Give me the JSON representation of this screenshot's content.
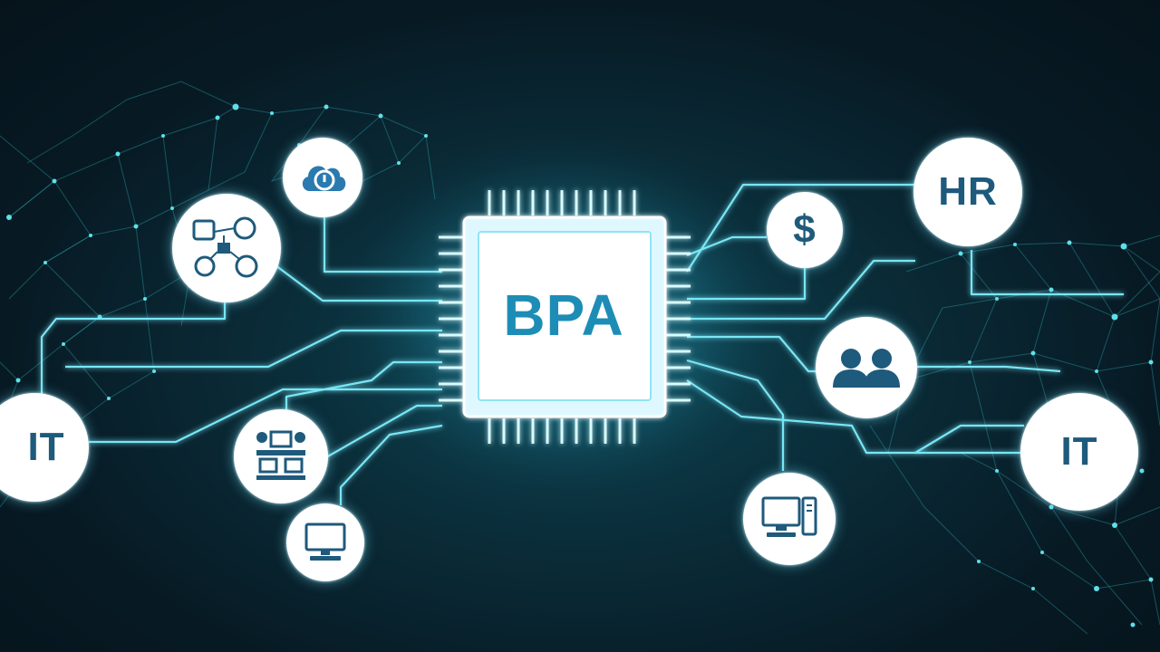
{
  "chip": {
    "label": "BPA"
  },
  "nodes": {
    "it_left": "IT",
    "it_right": "IT",
    "hr": "HR",
    "finance_symbol": "$"
  },
  "icons": [
    "cloud-sync-icon",
    "workflow-icon",
    "workstation-team-icon",
    "computer-icon",
    "dollar-icon",
    "users-icon",
    "desktop-computer-icon"
  ],
  "colors": {
    "background": "#071a24",
    "glow": "#6fe3ff",
    "network": "#2fb7c4",
    "icon": "#1e5a7c",
    "chip_text": "#1d8db6"
  }
}
